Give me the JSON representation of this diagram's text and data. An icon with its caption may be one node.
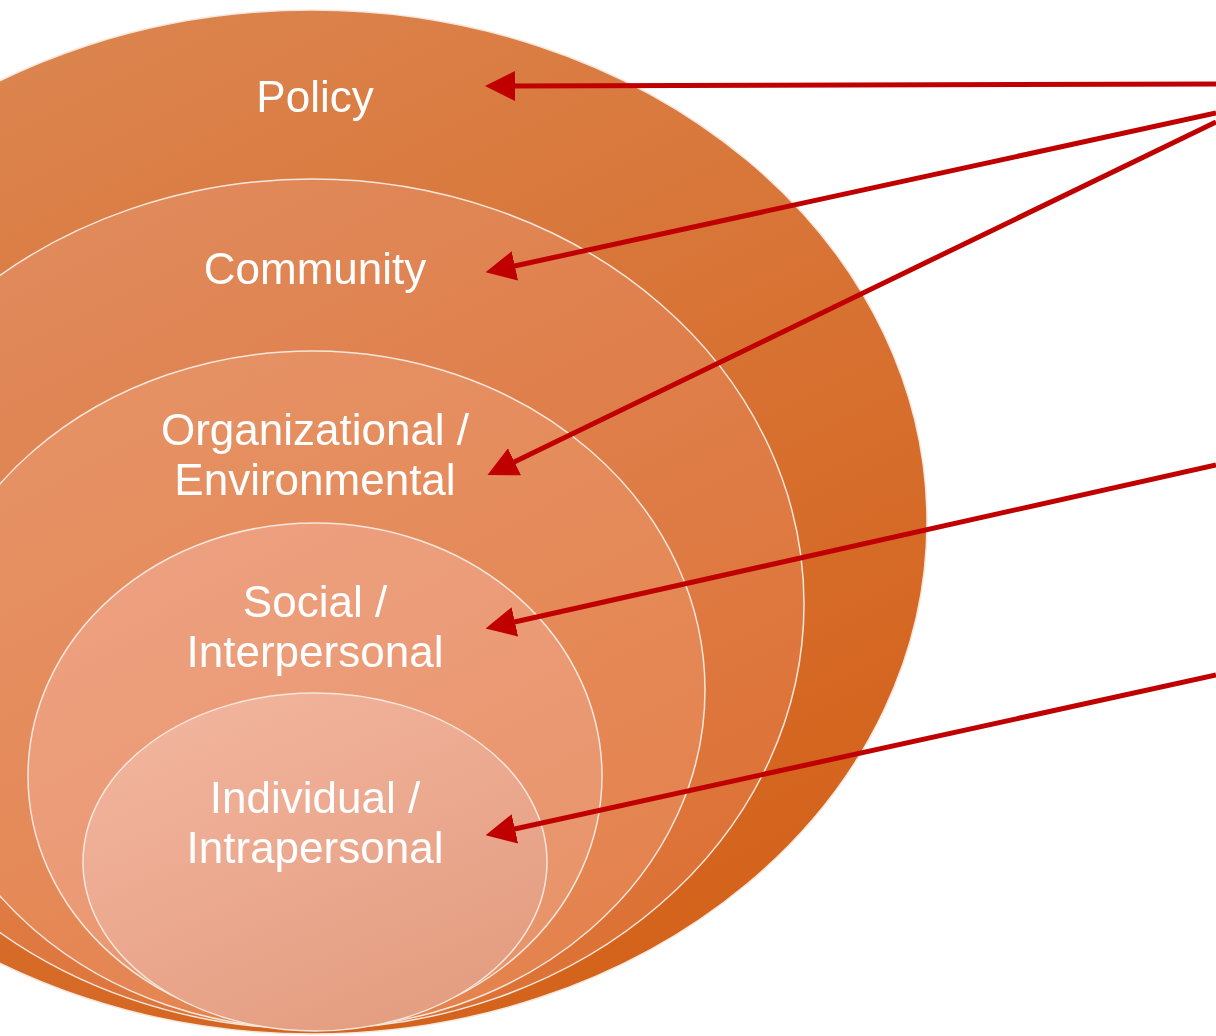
{
  "diagram": {
    "nodes": [
      {
        "text": [
          "Policy"
        ]
      },
      {
        "text": [
          "Community"
        ],
        "in": 0
      },
      {
        "text": [
          "Organizational / Environmental"
        ],
        "in": 1
      },
      {
        "text": [
          "Social / Interpersonal"
        ],
        "in": 2
      },
      {
        "text": [
          "Individual / Intrapersonal"
        ],
        "in": 3
      }
    ],
    "edges": [
      {
        "from": null,
        "to": 0,
        "arrow": "to"
      },
      {
        "from": null,
        "to": 1,
        "arrow": "to"
      },
      {
        "from": null,
        "to": 2,
        "arrow": "to"
      },
      {
        "from": null,
        "to": 3,
        "arrow": "to"
      },
      {
        "from": null,
        "to": 4,
        "arrow": "to"
      }
    ]
  }
}
